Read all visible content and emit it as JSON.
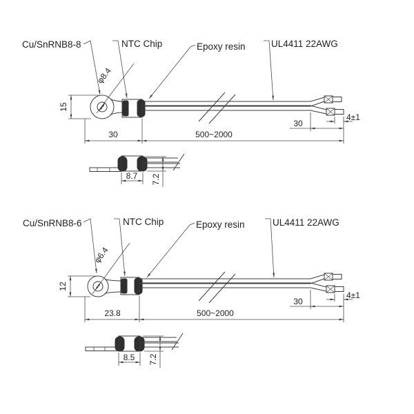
{
  "drawing": {
    "background": "#ffffff",
    "line_color": "#3a3a3a",
    "dark_fill": "#2f2f2f"
  },
  "figures": [
    {
      "callouts": {
        "terminal": "Cu/SnRNB8-8",
        "chip": "NTC Chip",
        "epoxy": "Epoxy resin",
        "wire": "UL4411 22AWG"
      },
      "dimensions": {
        "hole_diameter": "φ8.4",
        "terminal_height": "15",
        "terminal_length": "30",
        "wire_length": "500~2000",
        "strip_length": "30",
        "tip_length": "4±1"
      },
      "side_view": {
        "body_length": "8.7",
        "body_diameter": "7.2"
      }
    },
    {
      "callouts": {
        "terminal": "Cu/SnRNB8-6",
        "chip": "NTC Chip",
        "epoxy": "Epoxy resin",
        "wire": "UL4411 22AWG"
      },
      "dimensions": {
        "hole_diameter": "φ6.4",
        "terminal_height": "12",
        "terminal_length": "23.8",
        "wire_length": "500~2000",
        "strip_length": "30",
        "tip_length": "4±1"
      },
      "side_view": {
        "body_length": "8.5",
        "body_diameter": "7.2"
      }
    }
  ]
}
